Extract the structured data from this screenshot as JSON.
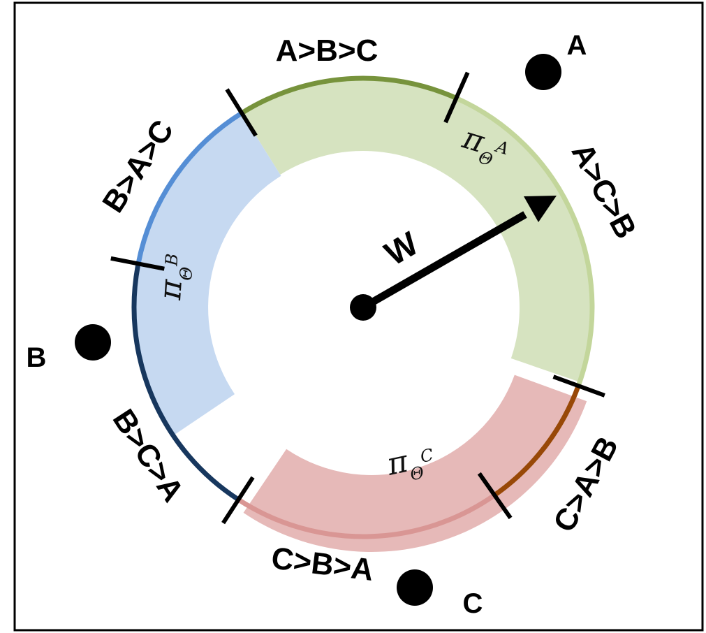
{
  "ranking_labels": {
    "abc": "A>B>C",
    "acb": "A>C>B",
    "cab": "C>A>B",
    "cba": "C>B>A",
    "bca": "B>C>A",
    "bac": "B>A>C"
  },
  "points": {
    "a": "A",
    "b": "B",
    "c": "C"
  },
  "regions": {
    "a": {
      "base": "π",
      "sub": "Θ",
      "sup": "A"
    },
    "b": {
      "base": "π",
      "sub": "Θ",
      "sup": "B"
    },
    "c": {
      "base": "π",
      "sub": "Θ",
      "sup": "C"
    }
  },
  "vector": {
    "label": "W"
  },
  "colors": {
    "green_fill": "#d6e3c0",
    "green_dark": "#77933c",
    "green_light": "#c3d69b",
    "blue_fill": "#c6d9f1",
    "blue_mid": "#558ed5",
    "navy": "#17375e",
    "red_fill": "#e6b9b8",
    "red_edge": "#d99694",
    "brown": "#984807",
    "black": "#000000"
  }
}
